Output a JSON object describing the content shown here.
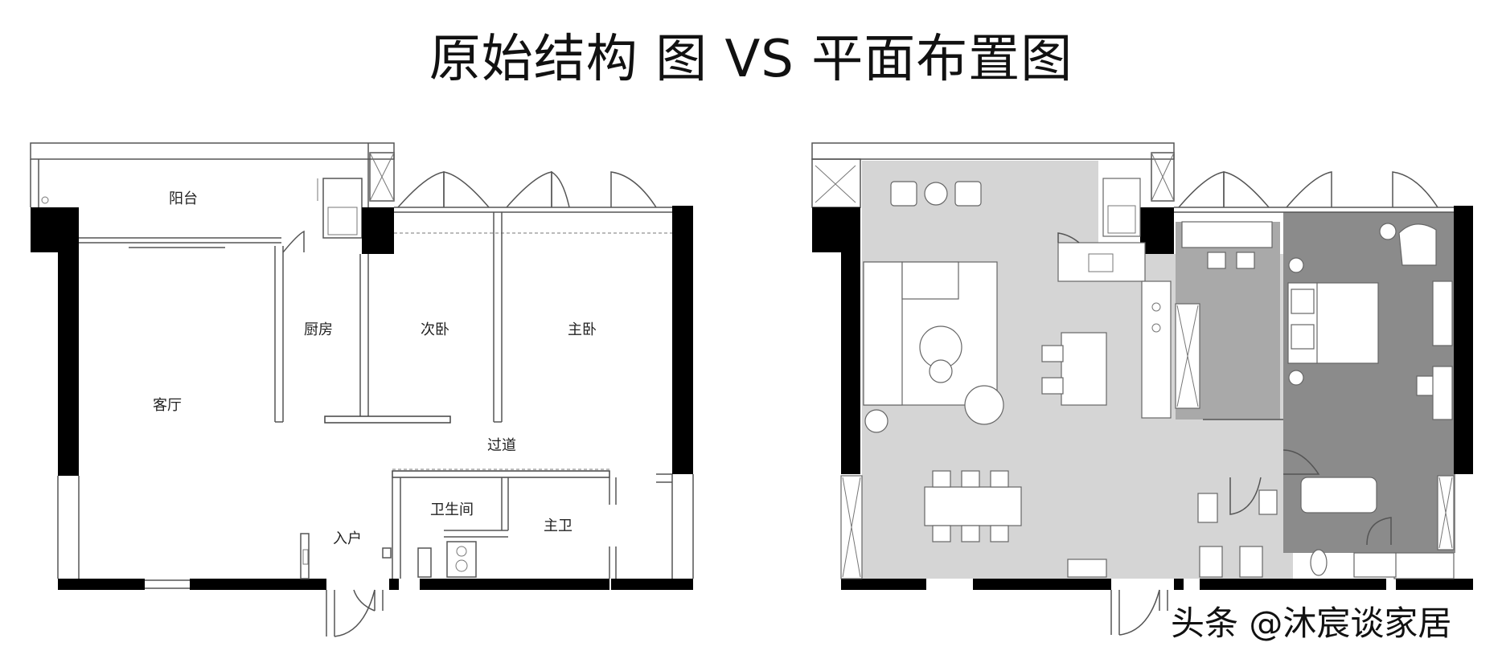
{
  "title": "原始结构 图 VS 平面布置图",
  "watermark": "头条 @沐宸谈家居",
  "original_plan": {
    "rooms": {
      "balcony": "阳台",
      "kitchen": "厨房",
      "second_bedroom": "次卧",
      "master_bedroom": "主卧",
      "living_room": "客厅",
      "corridor": "过道",
      "bathroom": "卫生间",
      "entrance": "入户",
      "master_bathroom": "主卫"
    }
  },
  "layout_plan": {
    "colors": {
      "public_area": "#d5d5d5",
      "second_bedroom": "#a9a9a9",
      "master_suite": "#8b8b8b",
      "wall": "#000000"
    }
  }
}
